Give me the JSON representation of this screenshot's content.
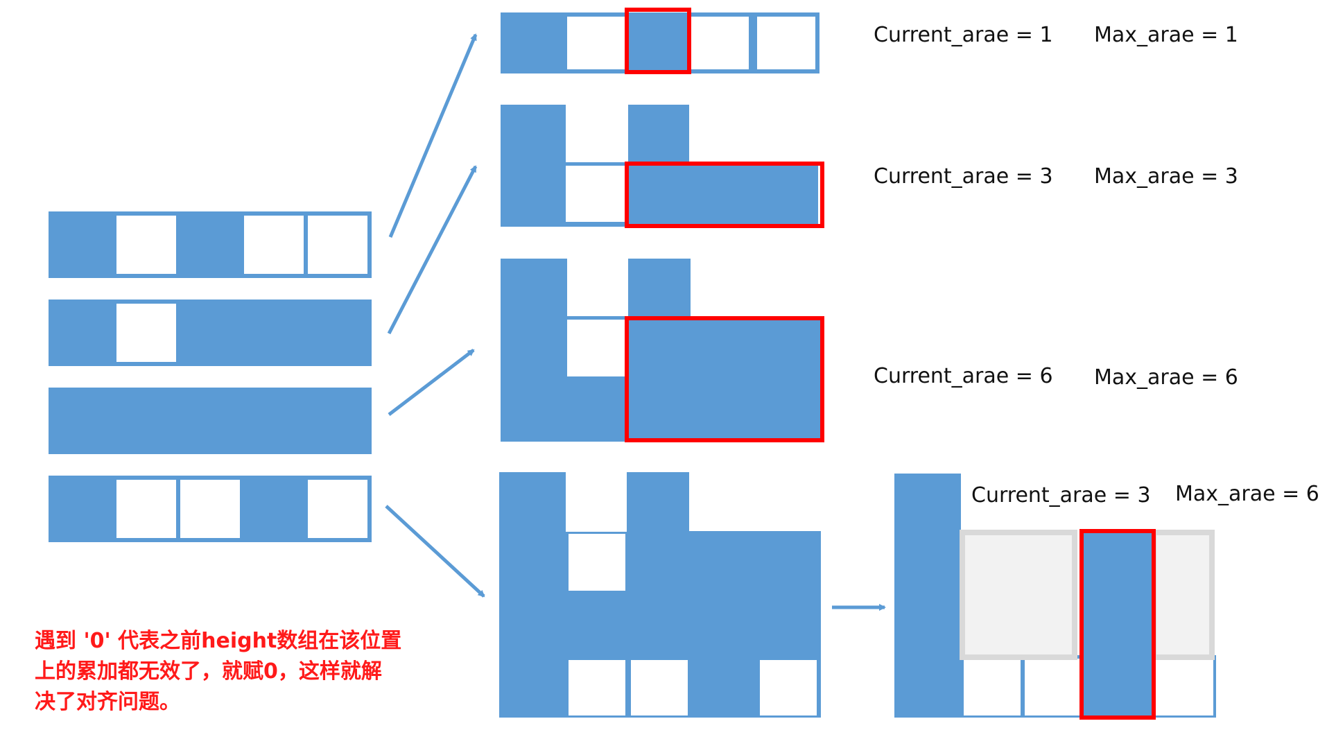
{
  "colors": {
    "blue": "#5b9bd5",
    "white": "#ffffff",
    "red": "#ff0000",
    "gray_fill": "#f2f2f2",
    "gray_border": "#d9d9d9",
    "text": "#111111",
    "note": "#ff1a1a"
  },
  "matrix": {
    "rows": [
      [
        1,
        0,
        1,
        0,
        0
      ],
      [
        1,
        0,
        1,
        1,
        1
      ],
      [
        1,
        1,
        1,
        1,
        1
      ],
      [
        1,
        0,
        0,
        1,
        0
      ]
    ]
  },
  "histograms": [
    {
      "heights": [
        1,
        0,
        1,
        0,
        0
      ]
    },
    {
      "heights": [
        2,
        0,
        2,
        1,
        1
      ]
    },
    {
      "heights": [
        3,
        1,
        3,
        2,
        2
      ]
    },
    {
      "heights": [
        4,
        0,
        0,
        3,
        0
      ]
    }
  ],
  "labels": {
    "row1": {
      "current": "Current_arae = 1",
      "max": "Max_arae = 1"
    },
    "row2": {
      "current": "Current_arae = 3",
      "max": "Max_arae = 3"
    },
    "row3": {
      "current": "Current_arae = 6",
      "max": "Max_arae = 6"
    },
    "row4": {
      "current": "Current_arae = 3",
      "max": "Max_arae = 6"
    }
  },
  "note": [
    "遇到 '0' 代表之前height数组在该位置",
    "上的累加都无效了，就赋0，这样就解",
    "决了对齐问题。"
  ],
  "icons": {
    "arrow": "arrow-icon"
  }
}
